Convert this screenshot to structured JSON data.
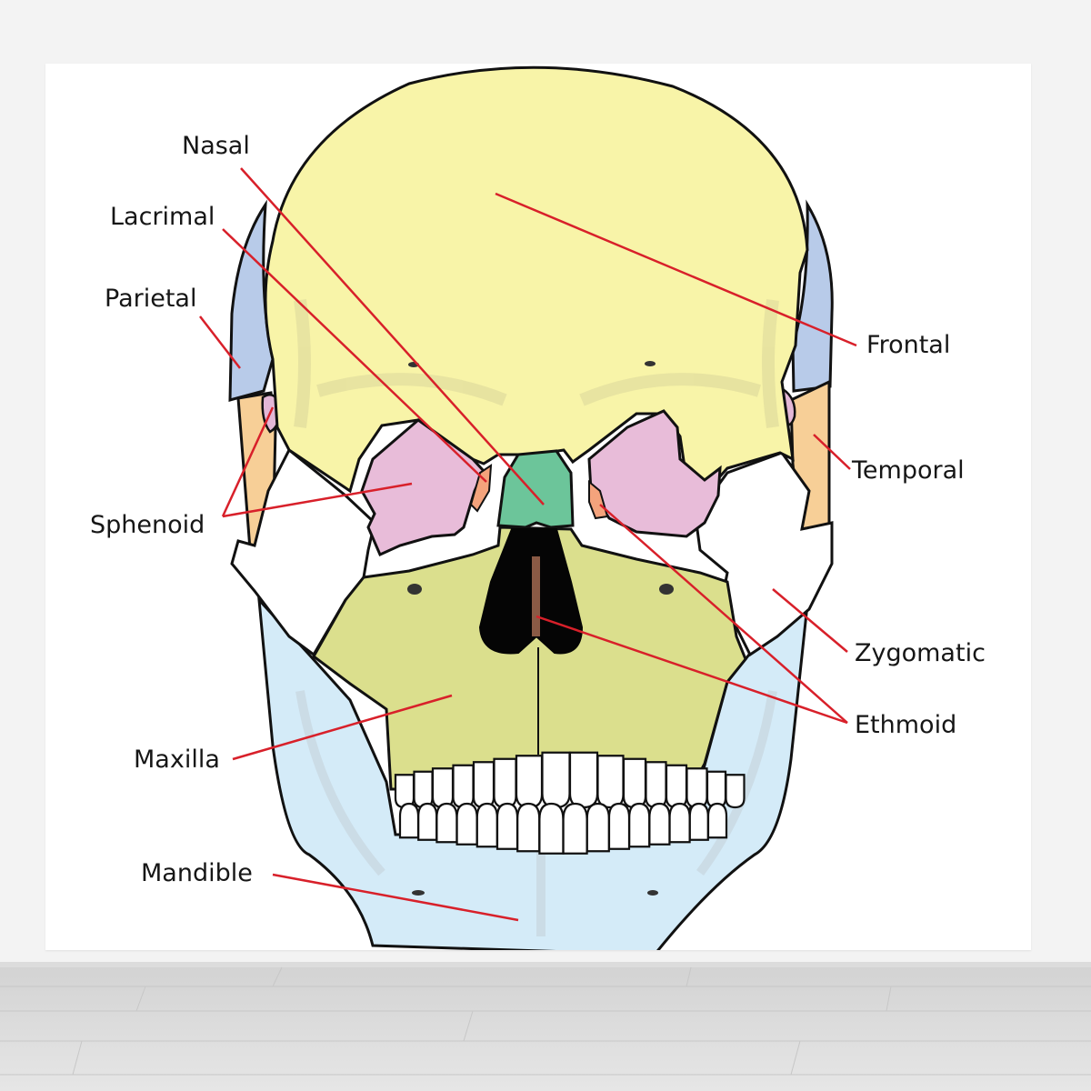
{
  "diagram": {
    "colors": {
      "frontal": "#f8f4a8",
      "parietal": "#b8cbe9",
      "temporal": "#f7cf97",
      "sphenoid": "#e3b7d6",
      "orbit": "#e8bcd9",
      "nasal": "#6cc59a",
      "maxilla": "#dbdf8d",
      "mandible": "#d4ebf8",
      "zygomatic": "#ffffff",
      "lacrimal": "#f4a37c",
      "leader": "#d8202a",
      "outline": "#111111"
    },
    "labels": {
      "nasal": "Nasal",
      "lacrimal": "Lacrimal",
      "parietal": "Parietal",
      "sphenoid": "Sphenoid",
      "maxilla": "Maxilla",
      "mandible": "Mandible",
      "frontal": "Frontal",
      "temporal": "Temporal",
      "zygomatic": "Zygomatic",
      "ethmoid": "Ethmoid"
    }
  }
}
